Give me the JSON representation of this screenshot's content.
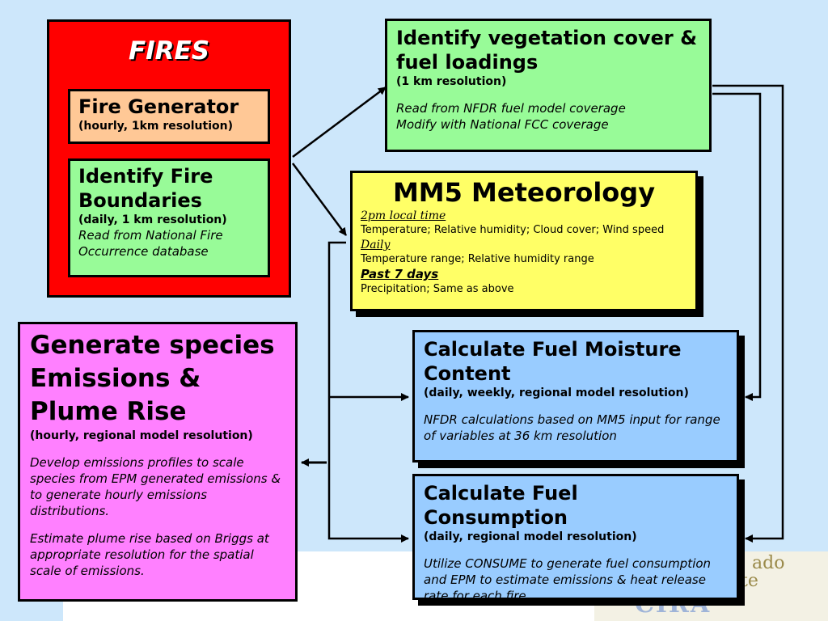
{
  "fires": {
    "title": "FIRES",
    "generator": {
      "title": "Fire Generator",
      "sub": "(hourly, 1km resolution)"
    },
    "boundaries": {
      "title": "Identify Fire Boundaries",
      "sub": "(daily, 1 km resolution)",
      "desc": "Read from National Fire Occurrence database"
    }
  },
  "vegetation": {
    "title": "Identify vegetation cover & fuel loadings",
    "sub": "(1 km resolution)",
    "line1": "Read from NFDR fuel model coverage",
    "line2": "Modify with National FCC coverage"
  },
  "mm5": {
    "title": "MM5 Meteorology",
    "h1": "2pm local time",
    "t1": "Temperature; Relative humidity; Cloud cover; Wind speed",
    "h2": "Daily",
    "t2": "Temperature range; Relative humidity range",
    "h3": "Past 7 days",
    "t3": "Precipitation; Same as above"
  },
  "emissions": {
    "title": "Generate species Emissions & Plume Rise",
    "sub": "(hourly, regional model resolution)",
    "p1": "Develop emissions profiles to scale species from EPM generated emissions & to generate hourly emissions distributions.",
    "p2": "Estimate plume rise based on Briggs at appropriate resolution for the spatial scale of emissions."
  },
  "moisture": {
    "title": "Calculate Fuel Moisture Content",
    "sub": "(daily, weekly, regional model resolution)",
    "desc": "NFDR calculations based on MM5 input for range of variables at 36 km resolution"
  },
  "consumption": {
    "title": "Calculate Fuel Consumption",
    "sub": "(daily, regional model resolution)",
    "desc": "Utilize CONSUME to generate fuel consumption and EPM to estimate emissions & heat release rate for each fire."
  },
  "logo": {
    "text1": "ado",
    "text2": "te",
    "text3": "CIRA"
  }
}
